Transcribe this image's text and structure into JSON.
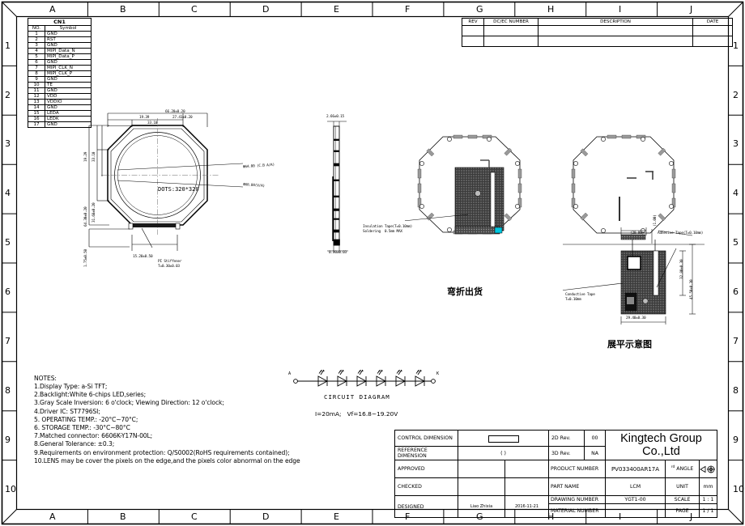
{
  "sheet": {
    "grid_cols": [
      "A",
      "B",
      "C",
      "D",
      "E",
      "F",
      "G",
      "H",
      "I",
      "J"
    ],
    "grid_rows": [
      "1",
      "2",
      "3",
      "4",
      "5",
      "6",
      "7",
      "8",
      "9",
      "10"
    ]
  },
  "pin_table": {
    "title": "CN1",
    "headers": [
      "NO.",
      "Symbol"
    ],
    "rows": [
      [
        "1",
        "GND"
      ],
      [
        "2",
        "RST"
      ],
      [
        "3",
        "GND"
      ],
      [
        "4",
        "MIPI_Data_N"
      ],
      [
        "5",
        "MIPI_Data_P"
      ],
      [
        "6",
        "GND"
      ],
      [
        "7",
        "MIPI_CLK_N"
      ],
      [
        "8",
        "MIPI_CLK_P"
      ],
      [
        "9",
        "GND"
      ],
      [
        "10",
        "TE"
      ],
      [
        "11",
        "GND"
      ],
      [
        "12",
        "VDD"
      ],
      [
        "13",
        "VDDIO"
      ],
      [
        "14",
        "GND"
      ],
      [
        "15",
        "LEDA"
      ],
      [
        "16",
        "LEDK"
      ],
      [
        "17",
        "GND"
      ]
    ]
  },
  "revision_table": {
    "headers": [
      "REV",
      "DC/EC NUMBER",
      "DESCRIPTION",
      "DATE"
    ],
    "rows": [
      [
        "",
        "",
        "",
        ""
      ],
      [
        "",
        "",
        "",
        ""
      ]
    ]
  },
  "view_front": {
    "center_label": "DOTS:320*320",
    "dims": {
      "overall_w": "66.20±0.20",
      "seg_a": "19.39",
      "seg_b": "27.41±0.20",
      "seg_c": "33.10",
      "v_seg_a": "19.29",
      "v_seg_b": "33.10",
      "v_seg_c": "31.68±0.20",
      "overall_h": "64.30±0.20",
      "tab_w": "15.20±0.50",
      "tab_h": "1.75±0.50",
      "dia_1": "Φ64.00 (C.B A/A)",
      "dia_2": "Φ60.80(V/A)"
    },
    "callout_stiffener": "PI Stiffener\nT=0.30±0.03"
  },
  "view_side": {
    "dim_thickness_top": "2.66±0.15",
    "dim_thickness_bottom": "0.30±0.03"
  },
  "view_bent": {
    "caption": "弯折出货",
    "callout": "Insulation Tape(T=0.10mm)\nSoldering  0.5mm MAX"
  },
  "view_flat": {
    "caption": "展平示意图",
    "callout_conductive": "Conductive Tape\nT=0.10mm",
    "callout_adhesive": "Adhesive Tape(T=0.10mm)",
    "dims": {
      "top_w": "(20.80)",
      "small_v": "(1.00)",
      "mid_h": "32.80±0.30",
      "tot_h": "45.50±0.30",
      "bot_w": "29.40±0.30"
    }
  },
  "circuit": {
    "title": "CIRCUIT DIAGRAM",
    "terminal_left": "A",
    "terminal_right": "K",
    "led_count": 6,
    "spec": "I=20mA;   Vf=16.8~19.20V"
  },
  "notes": {
    "heading": "NOTES:",
    "items": [
      "1.Display Type: a-Si TFT;",
      "2.Backlight:White 6-chips LED,series;",
      "3.Gray Scale Inversion: 6 o'clock; Viewing Direction: 12 o'clock;",
      "4.Driver IC: ST7796SI;",
      "5. OPERATING TEMP.:    -20°C~70°C;",
      "6. STORAGE TEMP.:   -30°C~80°C",
      "7.Matched connector: 6606K-Y17N-00L;",
      "8.General Tolerance: ±0.3;",
      "9.Requirements on environment protection: Q/S0002(RoHS requirements contained);",
      "10.LENS may be cover the pixels on the edge,and the pixels color abnormal on the edge"
    ]
  },
  "title_block": {
    "control_dimension_label": "CONTROL DIMENSION",
    "reference_dimension_label": "REFERENCE DIMENSION",
    "reference_dimension_mark": "(    )",
    "rev2d_label": "2D Rev.",
    "rev2d_value": "00",
    "rev3d_label": "3D Rev.",
    "rev3d_value": "NA",
    "company": "Kingtech Group Co.,Ltd",
    "approved_label": "APPROVED",
    "approved_value": "",
    "checked_label": "CHECKED",
    "checked_value": "",
    "designed_label": "DESIGNED",
    "designed_value": "Liao Zhixia",
    "designed_date": "2016-11-21",
    "product_number_label": "PRODUCT NUMBER",
    "product_number_value": "PV033400AR17A",
    "part_name_label": "PART NAME",
    "part_name_value": "LCM",
    "drawing_number_label": "DRAWING NUMBER",
    "drawing_number_value": "YGT1-00",
    "material_number_label": "MATERIAL NUMBER",
    "material_number_value": "",
    "angle_label": "ANGLE",
    "angle_prefix": "rd",
    "unit_label": "UNIT",
    "unit_value": "mm",
    "scale_label": "SCALE",
    "scale_value": "1 : 1",
    "page_label": "PAGE",
    "page_value": "1 / 1"
  }
}
